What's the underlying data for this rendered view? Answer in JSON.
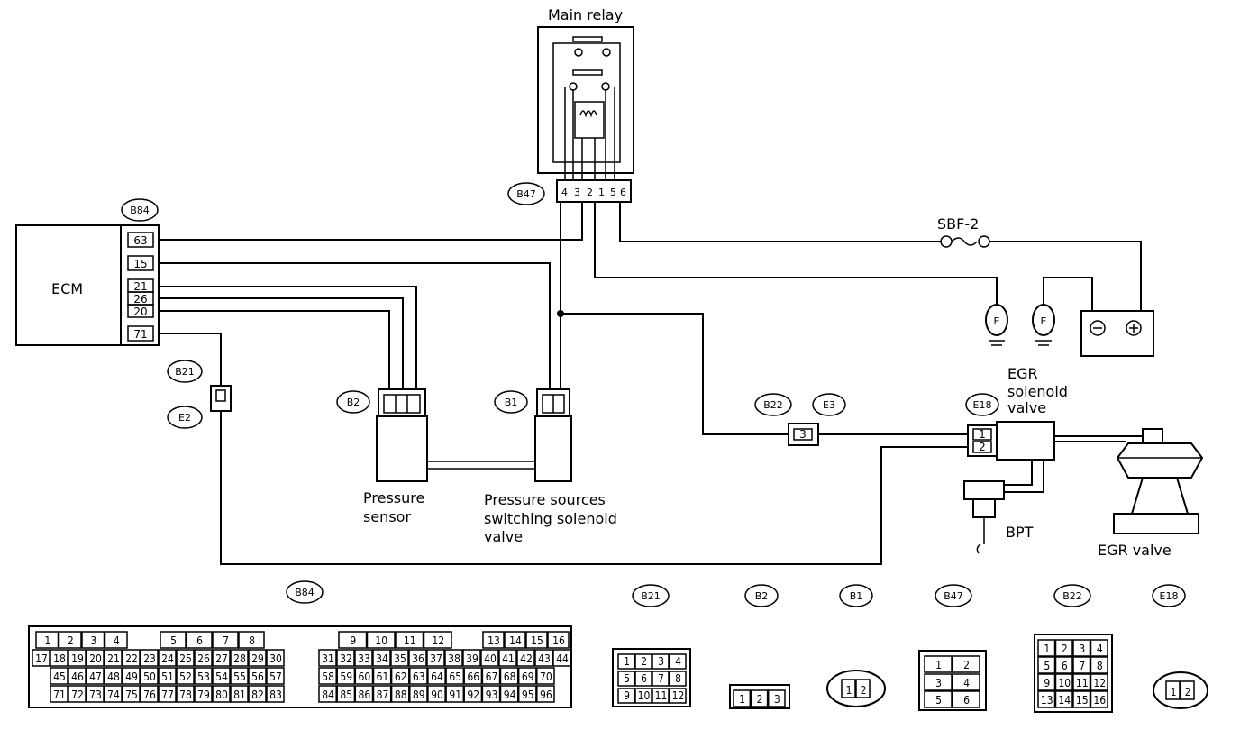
{
  "labels": {
    "main_relay": "Main relay",
    "ecm": "ECM",
    "sbf": "SBF-2",
    "egr_solenoid": [
      "EGR",
      "solenoid",
      "valve"
    ],
    "pressure_sensor": [
      "Pressure",
      "sensor"
    ],
    "pressure_sources": [
      "Pressure sources",
      "switching solenoid",
      "valve"
    ],
    "bpt": "BPT",
    "egr_valve": "EGR valve",
    "ground": "E"
  },
  "connector_tags": {
    "b84_top": "B84",
    "b47": "B47",
    "b21": "B21",
    "e2": "E2",
    "b2": "B2",
    "b1": "B1",
    "b22": "B22",
    "e3": "E3",
    "e18": "E18",
    "b84_bottom": "B84",
    "b21_bottom": "B21",
    "b2_bottom": "B2",
    "b1_bottom": "B1",
    "b47_bottom": "B47",
    "b22_bottom": "B22",
    "e18_bottom": "E18"
  },
  "ecm_pins": [
    "63",
    "15",
    "21",
    "26",
    "20",
    "71"
  ],
  "b22_pin_used": "3",
  "e18_pins_used": [
    "1",
    "2"
  ],
  "connectors": {
    "b84": {
      "row1": [
        "1",
        "2",
        "3",
        "4",
        "5",
        "6",
        "7",
        "8",
        "9",
        "10",
        "11",
        "12",
        "13",
        "14",
        "15",
        "16"
      ],
      "row2": [
        "17",
        "18",
        "19",
        "20",
        "21",
        "22",
        "23",
        "24",
        "25",
        "26",
        "27",
        "28",
        "29",
        "30",
        "31",
        "32",
        "33",
        "34",
        "35",
        "36",
        "37",
        "38",
        "39",
        "40",
        "41",
        "42",
        "43",
        "44"
      ],
      "row3": [
        "45",
        "46",
        "47",
        "48",
        "49",
        "50",
        "51",
        "52",
        "53",
        "54",
        "55",
        "56",
        "57",
        "58",
        "59",
        "60",
        "61",
        "62",
        "63",
        "64",
        "65",
        "66",
        "67",
        "68",
        "69",
        "70"
      ],
      "row4": [
        "71",
        "72",
        "73",
        "74",
        "75",
        "76",
        "77",
        "78",
        "79",
        "80",
        "81",
        "82",
        "83",
        "84",
        "85",
        "86",
        "87",
        "88",
        "89",
        "90",
        "91",
        "92",
        "93",
        "94",
        "95",
        "96"
      ]
    },
    "b21": {
      "row1": [
        "1",
        "2",
        "3",
        "4"
      ],
      "row2": [
        "5",
        "6",
        "7",
        "8"
      ],
      "row3": [
        "9",
        "10",
        "11",
        "12"
      ]
    },
    "b2": {
      "row1": [
        "1",
        "2",
        "3"
      ]
    },
    "b1": {
      "row1": [
        "1",
        "2"
      ]
    },
    "b47": {
      "row1": [
        "1",
        "2"
      ],
      "row2": [
        "3",
        "4"
      ],
      "row3": [
        "5",
        "6"
      ]
    },
    "b22": {
      "row1": [
        "1",
        "2",
        "3",
        "4"
      ],
      "row2": [
        "5",
        "6",
        "7",
        "8"
      ],
      "row3": [
        "9",
        "10",
        "11",
        "12"
      ],
      "row4": [
        "13",
        "14",
        "15",
        "16"
      ]
    },
    "e18": {
      "row1": [
        "1",
        "2"
      ]
    }
  }
}
